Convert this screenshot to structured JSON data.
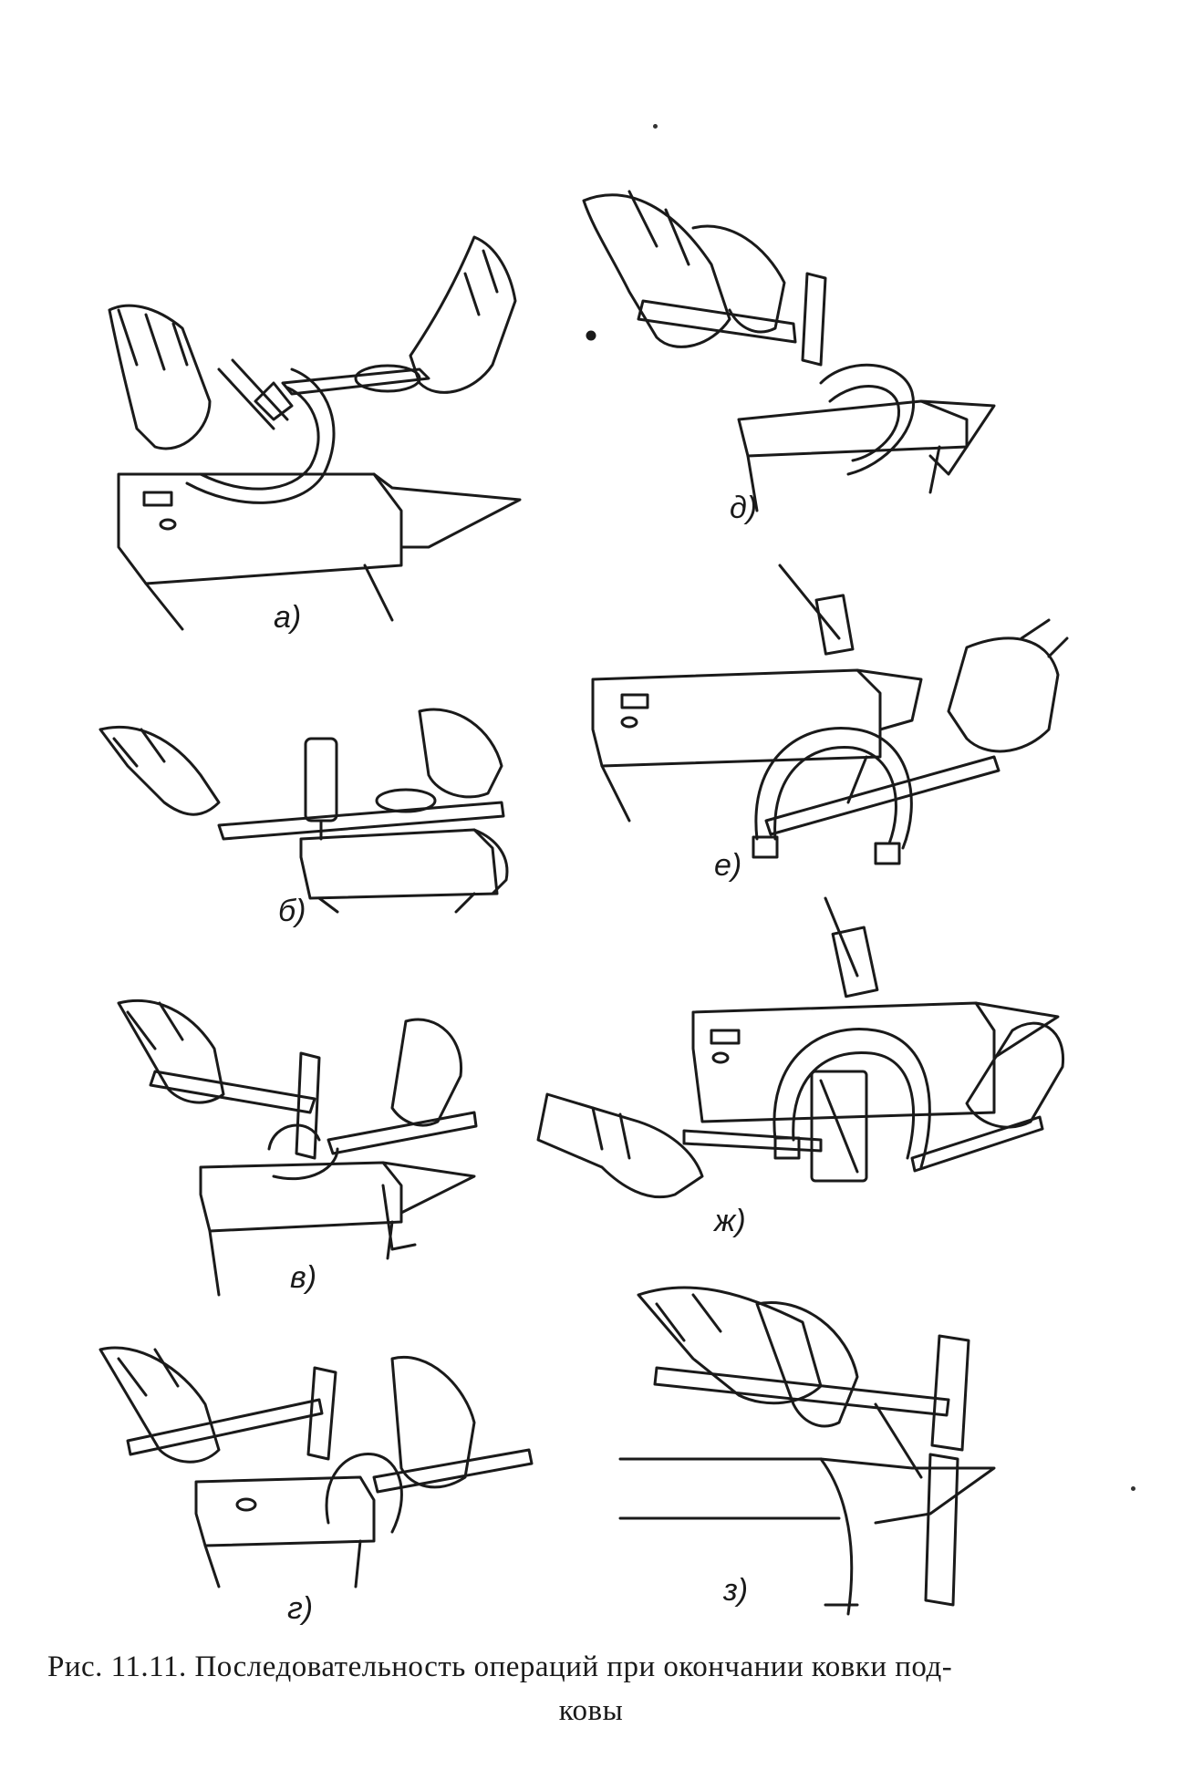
{
  "figure": {
    "panels": [
      {
        "id": "a",
        "label": "а)"
      },
      {
        "id": "d",
        "label": "д)"
      },
      {
        "id": "b",
        "label": "б)"
      },
      {
        "id": "e",
        "label": "е)"
      },
      {
        "id": "v",
        "label": "в)"
      },
      {
        "id": "zh",
        "label": "ж)"
      },
      {
        "id": "g",
        "label": "г)"
      },
      {
        "id": "z",
        "label": "з)"
      }
    ],
    "caption_line1": "Рис. 11.11. Последовательность операций при окончании ковки под-",
    "caption_line2": "ковы"
  },
  "colors": {
    "ink": "#1a1a1a",
    "paper": "#ffffff"
  }
}
